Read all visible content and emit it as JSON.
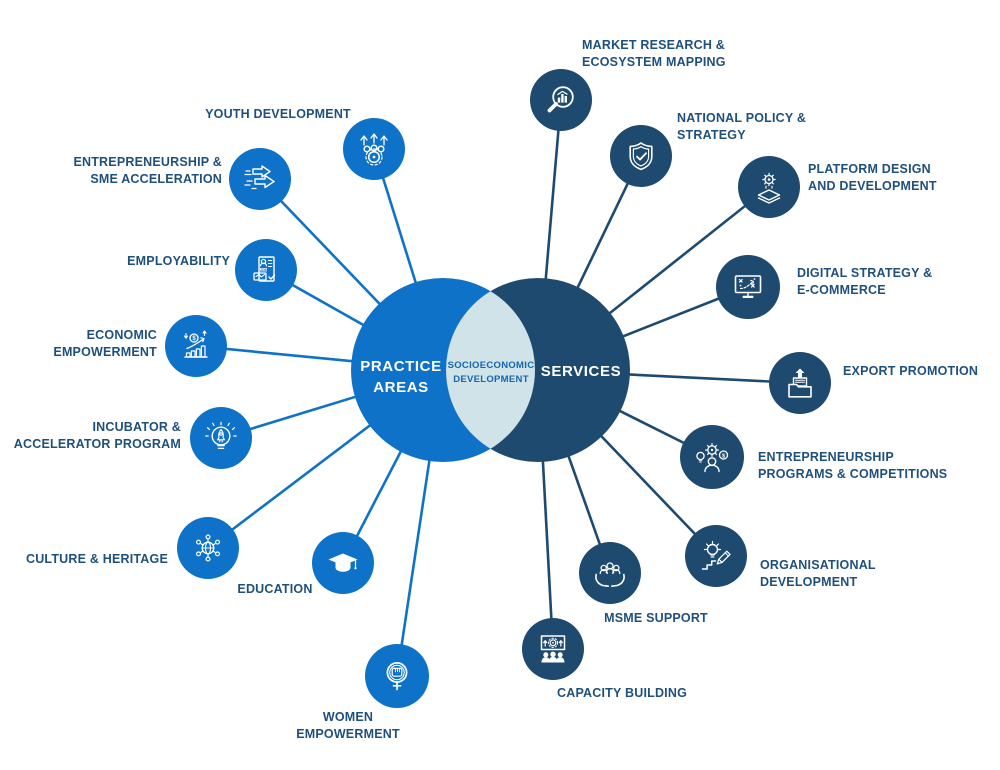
{
  "venn": {
    "practice_label_lines": [
      "PRACTICE",
      "AREAS"
    ],
    "overlap_label_lines": [
      "SOCIOECONOMIC",
      "DEVELOPMENT"
    ],
    "services_label": "SERVICES"
  },
  "colors": {
    "practice_blue": "#0e72c9",
    "services_navy": "#1e4a70",
    "overlap_fill": "#cfe3e9",
    "label_text": "#1f507d",
    "overlap_text": "#1367b0",
    "background": "#ffffff"
  },
  "practice_areas": {
    "items": [
      {
        "id": "youth-development",
        "icon": "people-gear-arrows-icon",
        "lines": [
          "YOUTH DEVELOPMENT"
        ]
      },
      {
        "id": "entrepreneurship-sme-acceleration",
        "icon": "fast-arrows-icon",
        "lines": [
          "ENTREPRENEURSHIP &",
          "SME ACCELERATION"
        ]
      },
      {
        "id": "employability",
        "icon": "job-resume-icon",
        "lines": [
          "EMPLOYABILITY"
        ]
      },
      {
        "id": "economic-empowerment",
        "icon": "growth-chart-icon",
        "lines": [
          "ECONOMIC",
          "EMPOWERMENT"
        ]
      },
      {
        "id": "incubator-accelerator-program",
        "icon": "rocket-bulb-icon",
        "lines": [
          "INCUBATOR &",
          "ACCELERATOR PROGRAM"
        ]
      },
      {
        "id": "culture-heritage",
        "icon": "globe-people-icon",
        "lines": [
          "CULTURE & HERITAGE"
        ]
      },
      {
        "id": "education",
        "icon": "graduation-cap-icon",
        "lines": [
          "EDUCATION"
        ]
      },
      {
        "id": "women-empowerment",
        "icon": "women-power-icon",
        "lines": [
          "WOMEN",
          "EMPOWERMENT"
        ]
      }
    ]
  },
  "services": {
    "items": [
      {
        "id": "market-research-ecosystem-mapping",
        "icon": "magnifier-chart-icon",
        "lines": [
          "MARKET RESEARCH &",
          "ECOSYSTEM MAPPING"
        ]
      },
      {
        "id": "national-policy-strategy",
        "icon": "shield-check-icon",
        "lines": [
          "NATIONAL POLICY &",
          "STRATEGY"
        ]
      },
      {
        "id": "platform-design-development",
        "icon": "gear-layers-icon",
        "lines": [
          "PLATFORM DESIGN",
          "AND DEVELOPMENT"
        ]
      },
      {
        "id": "digital-strategy-ecommerce",
        "icon": "monitor-strategy-icon",
        "lines": [
          "DIGITAL STRATEGY &",
          "E-COMMERCE"
        ]
      },
      {
        "id": "export-promotion",
        "icon": "box-up-arrow-icon",
        "lines": [
          "EXPORT PROMOTION"
        ]
      },
      {
        "id": "entrepreneurship-programs-competitions",
        "icon": "person-gear-bulb-icon",
        "lines": [
          "ENTREPRENEURSHIP",
          "PROGRAMS & COMPETITIONS"
        ]
      },
      {
        "id": "organisational-development",
        "icon": "bulb-pencil-icon",
        "lines": [
          "ORGANISATIONAL",
          "DEVELOPMENT"
        ]
      },
      {
        "id": "msme-support",
        "icon": "hands-people-icon",
        "lines": [
          "MSME SUPPORT"
        ]
      },
      {
        "id": "capacity-building",
        "icon": "training-presentation-icon",
        "lines": [
          "CAPACITY BUILDING"
        ]
      }
    ]
  }
}
